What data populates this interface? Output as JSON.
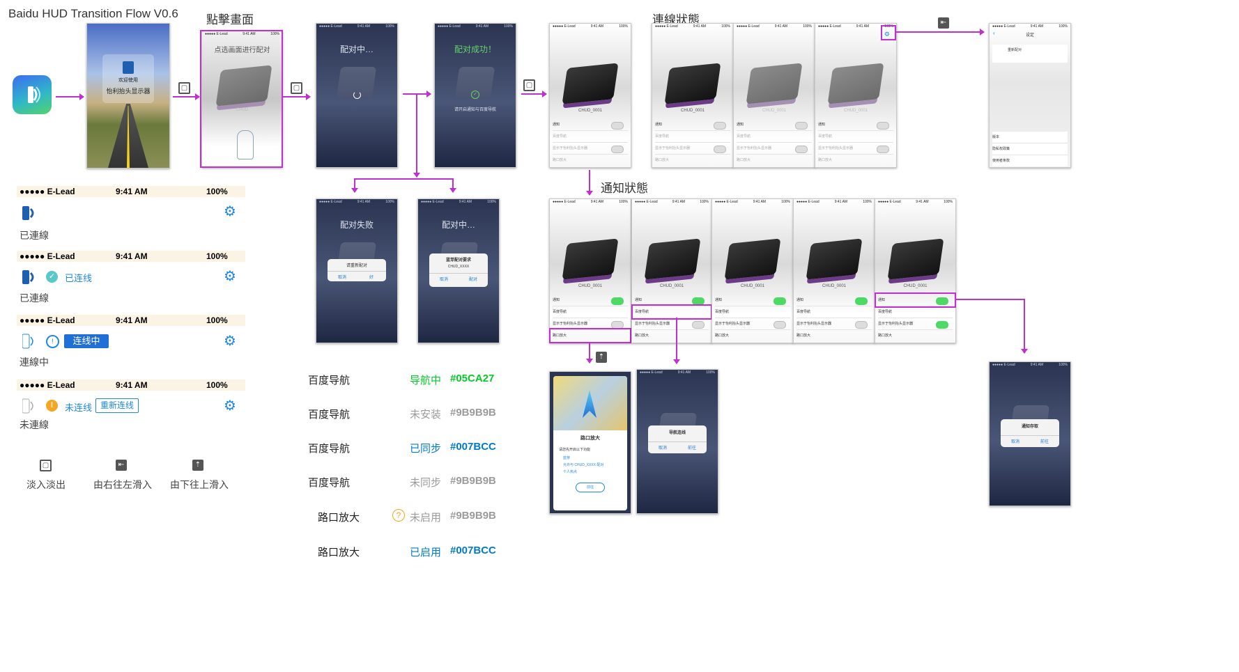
{
  "title": "Baidu HUD Transition Flow V0.6",
  "sections": {
    "tap_screen": "點擊畫面",
    "connection_state": "連線狀態",
    "notification_state": "通知狀態"
  },
  "status_bar": {
    "carrier": "●●●●● E-Lead",
    "time": "9:41 AM",
    "battery": "100%"
  },
  "screens": {
    "welcome": {
      "line1": "欢迎使用",
      "line2": "怡利抬头显示器"
    },
    "tap_pair": {
      "title": "点选画面进行配对",
      "device": "CHUD"
    },
    "pairing": {
      "title": "配对中…"
    },
    "pair_success": {
      "title": "配对成功！",
      "subtitle": "请开启通知与百度导航"
    },
    "pair_fail": {
      "title": "配对失败",
      "dialog_title": "请重新配对",
      "cancel": "取消",
      "ok": "好"
    },
    "bt_request": {
      "title": "配对中…",
      "dialog_title": "蓝芽配对要求",
      "dialog_body": "CHUD_XXXX",
      "cancel": "取消",
      "pair": "配对"
    },
    "device_name": "CHUD_0001",
    "settings": {
      "title": "设定",
      "repair": "重新配对",
      "version": "版本",
      "privacy": "隐私权政策",
      "terms": "使用者条款"
    },
    "rows": {
      "notify": "通知",
      "baidu_nav": "百度导航",
      "show_hud": "显示于怡利抬头显示器",
      "junction": "路口放大"
    },
    "junction_card": {
      "title": "路口放大",
      "intro": "请您先开启以下功能",
      "item1": "蓝芽",
      "item2": "允许与 CHUD_XXXX 配对",
      "item3": "个人热点",
      "go": "前往"
    },
    "nav_link": {
      "title": "导航连线",
      "cancel": "取消",
      "go": "前往"
    },
    "notify_access": {
      "title": "通知存取",
      "cancel": "取消",
      "go": "前往"
    }
  },
  "states": [
    {
      "caption": "已連線",
      "status": "",
      "button": ""
    },
    {
      "caption": "已連線",
      "status": "已连线",
      "button": ""
    },
    {
      "caption": "連線中",
      "status": "",
      "button": "连线中"
    },
    {
      "caption": "未連線",
      "status": "未连线",
      "button": "重新连线"
    }
  ],
  "color_table": [
    {
      "label": "百度导航",
      "status": "导航中",
      "hex": "#05CA27",
      "color": "#05CA27"
    },
    {
      "label": "百度导航",
      "status": "未安装",
      "hex": "#9B9B9B",
      "color": "#9B9B9B"
    },
    {
      "label": "百度导航",
      "status": "已同步",
      "hex": "#007BCC",
      "color": "#007BCC"
    },
    {
      "label": "百度导航",
      "status": "未同步",
      "hex": "#9B9B9B",
      "color": "#9B9B9B"
    },
    {
      "label": "路口放大",
      "status": "未启用",
      "hex": "#9B9B9B",
      "color": "#9B9B9B"
    },
    {
      "label": "路口放大",
      "status": "已启用",
      "hex": "#007BCC",
      "color": "#007BCC"
    }
  ],
  "legend": {
    "fade": "淡入淡出",
    "slide_left": "由右往左滑入",
    "slide_up": "由下往上滑入"
  },
  "colors": {
    "accent": "#C12FD1",
    "blue": "#1E88E5",
    "orange": "#F5A623",
    "green": "#4CD964"
  }
}
